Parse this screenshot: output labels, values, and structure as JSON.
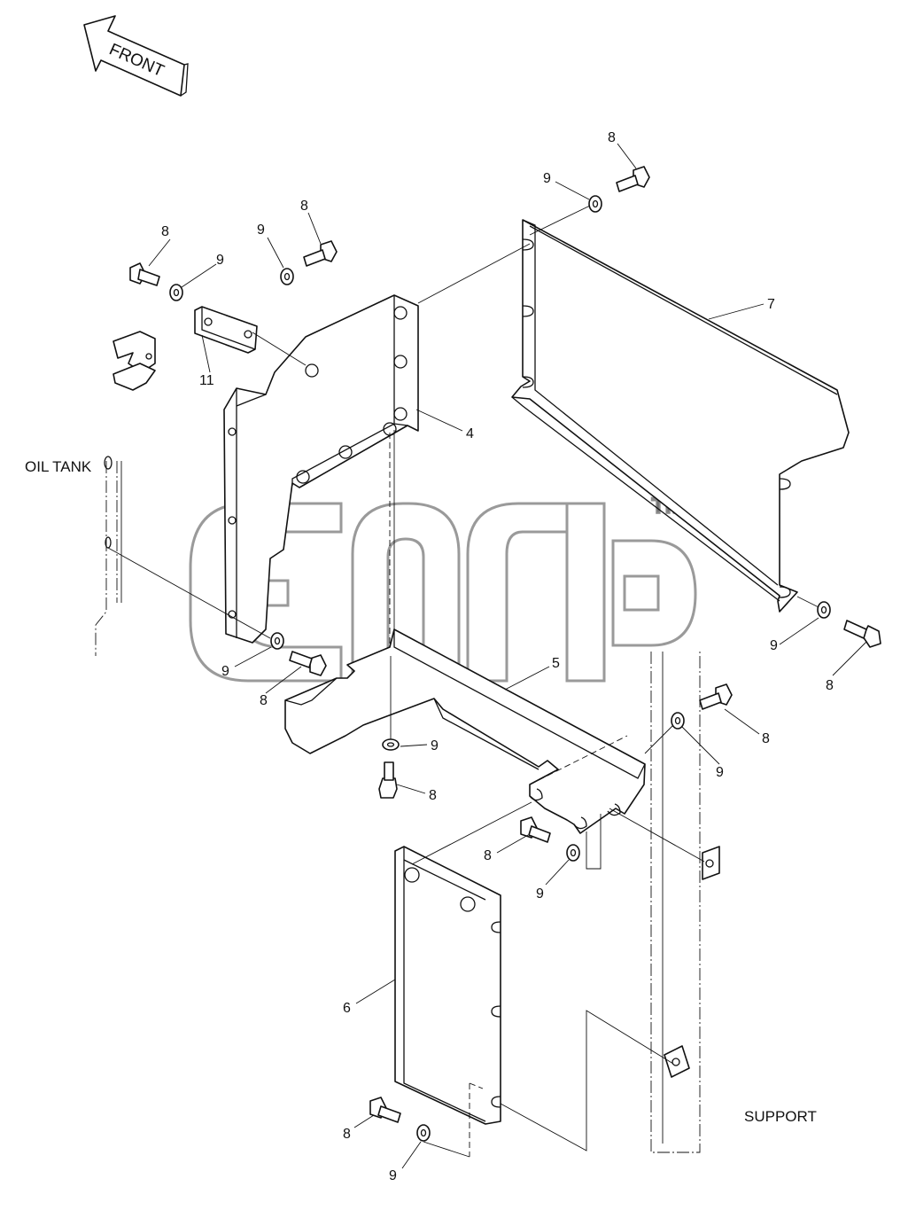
{
  "direction_marker": {
    "text": "FRONT"
  },
  "labels": {
    "oil_tank": "OIL TANK",
    "support": "SUPPORT"
  },
  "watermark": {
    "text": "™"
  },
  "callouts": [
    {
      "id": "c8a",
      "text": "8"
    },
    {
      "id": "c9a",
      "text": "9"
    },
    {
      "id": "c8b",
      "text": "8"
    },
    {
      "id": "c9b",
      "text": "9"
    },
    {
      "id": "c8c",
      "text": "8"
    },
    {
      "id": "c9c",
      "text": "9"
    },
    {
      "id": "c7",
      "text": "7"
    },
    {
      "id": "c11",
      "text": "11"
    },
    {
      "id": "c4",
      "text": "4"
    },
    {
      "id": "c9d",
      "text": "9"
    },
    {
      "id": "c8d",
      "text": "8"
    },
    {
      "id": "c5",
      "text": "5"
    },
    {
      "id": "c9e",
      "text": "9"
    },
    {
      "id": "c8e",
      "text": "8"
    },
    {
      "id": "c9f",
      "text": "9"
    },
    {
      "id": "c8f",
      "text": "8"
    },
    {
      "id": "c8g",
      "text": "8"
    },
    {
      "id": "c9g",
      "text": "9"
    },
    {
      "id": "c8h",
      "text": "8"
    },
    {
      "id": "c9h",
      "text": "9"
    },
    {
      "id": "c6",
      "text": "6"
    },
    {
      "id": "c8i",
      "text": "8"
    },
    {
      "id": "c9i",
      "text": "9"
    }
  ]
}
